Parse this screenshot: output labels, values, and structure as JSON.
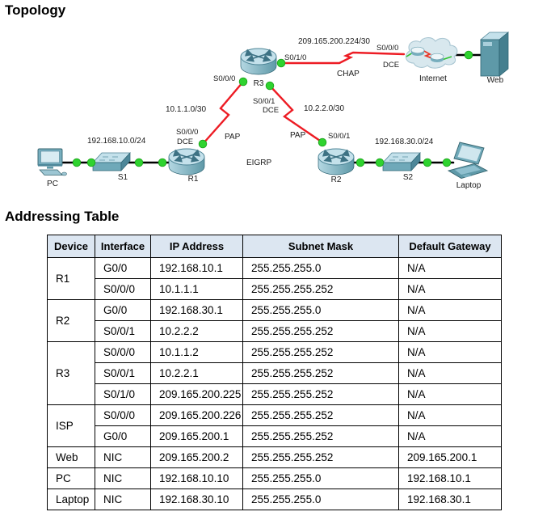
{
  "topology": {
    "heading": "Topology",
    "devices": {
      "pc": "PC",
      "s1": "S1",
      "r1": "R1",
      "r3": "R3",
      "r2": "R2",
      "s2": "S2",
      "laptop": "Laptop",
      "internet": "Internet",
      "web": "Web"
    },
    "networks": {
      "wan_top": "209.165.200.224/30",
      "wan_left": "10.1.1.0/30",
      "wan_right": "10.2.2.0/30",
      "lan_left": "192.168.10.0/24",
      "lan_right": "192.168.30.0/24"
    },
    "interfaces": {
      "r3_wan": "S0/1/0",
      "isp_wan": "S0/0/0",
      "isp_wan_dce": "DCE",
      "r3_left": "S0/0/0",
      "r3_right": "S0/0/1",
      "r3_right_dce": "DCE",
      "r1_serial": "S0/0/0",
      "r1_serial_dce": "DCE",
      "r2_serial": "S0/0/1"
    },
    "protocols": {
      "chap": "CHAP",
      "pap_left": "PAP",
      "pap_right": "PAP",
      "eigrp": "EIGRP"
    }
  },
  "table": {
    "heading": "Addressing Table",
    "headers": [
      "Device",
      "Interface",
      "IP Address",
      "Subnet Mask",
      "Default Gateway"
    ],
    "rows": [
      {
        "device": "R1",
        "interface": "G0/0",
        "ip": "192.168.10.1",
        "mask": "255.255.255.0",
        "gateway": "N/A"
      },
      {
        "interface": "S0/0/0",
        "ip": "10.1.1.1",
        "mask": "255.255.255.252",
        "gateway": "N/A"
      },
      {
        "device": "R2",
        "interface": "G0/0",
        "ip": "192.168.30.1",
        "mask": "255.255.255.0",
        "gateway": "N/A"
      },
      {
        "interface": "S0/0/1",
        "ip": "10.2.2.2",
        "mask": "255.255.255.252",
        "gateway": "N/A"
      },
      {
        "device": "R3",
        "interface": "S0/0/0",
        "ip": "10.1.1.2",
        "mask": "255.255.255.252",
        "gateway": "N/A"
      },
      {
        "interface": "S0/0/1",
        "ip": "10.2.2.1",
        "mask": "255.255.255.252",
        "gateway": "N/A"
      },
      {
        "interface": "S0/1/0",
        "ip": "209.165.200.225",
        "mask": "255.255.255.252",
        "gateway": "N/A"
      },
      {
        "device": "ISP",
        "interface": "S0/0/0",
        "ip": "209.165.200.226",
        "mask": "255.255.255.252",
        "gateway": "N/A"
      },
      {
        "interface": "G0/0",
        "ip": "209.165.200.1",
        "mask": "255.255.255.252",
        "gateway": "N/A"
      },
      {
        "device": "Web",
        "interface": "NIC",
        "ip": "209.165.200.2",
        "mask": "255.255.255.252",
        "gateway": "209.165.200.1"
      },
      {
        "device": "PC",
        "interface": "NIC",
        "ip": "192.168.10.10",
        "mask": "255.255.255.0",
        "gateway": "192.168.10.1"
      },
      {
        "device": "Laptop",
        "interface": "NIC",
        "ip": "192.168.30.10",
        "mask": "255.255.255.0",
        "gateway": "192.168.30.1"
      }
    ]
  },
  "colors": {
    "serial_link": "#ED1C24",
    "ethernet_link": "#000000",
    "link_up_green": "#2FD32F",
    "table_header_bg": "#DCE6F1",
    "device_teal": "#5E99A8"
  }
}
